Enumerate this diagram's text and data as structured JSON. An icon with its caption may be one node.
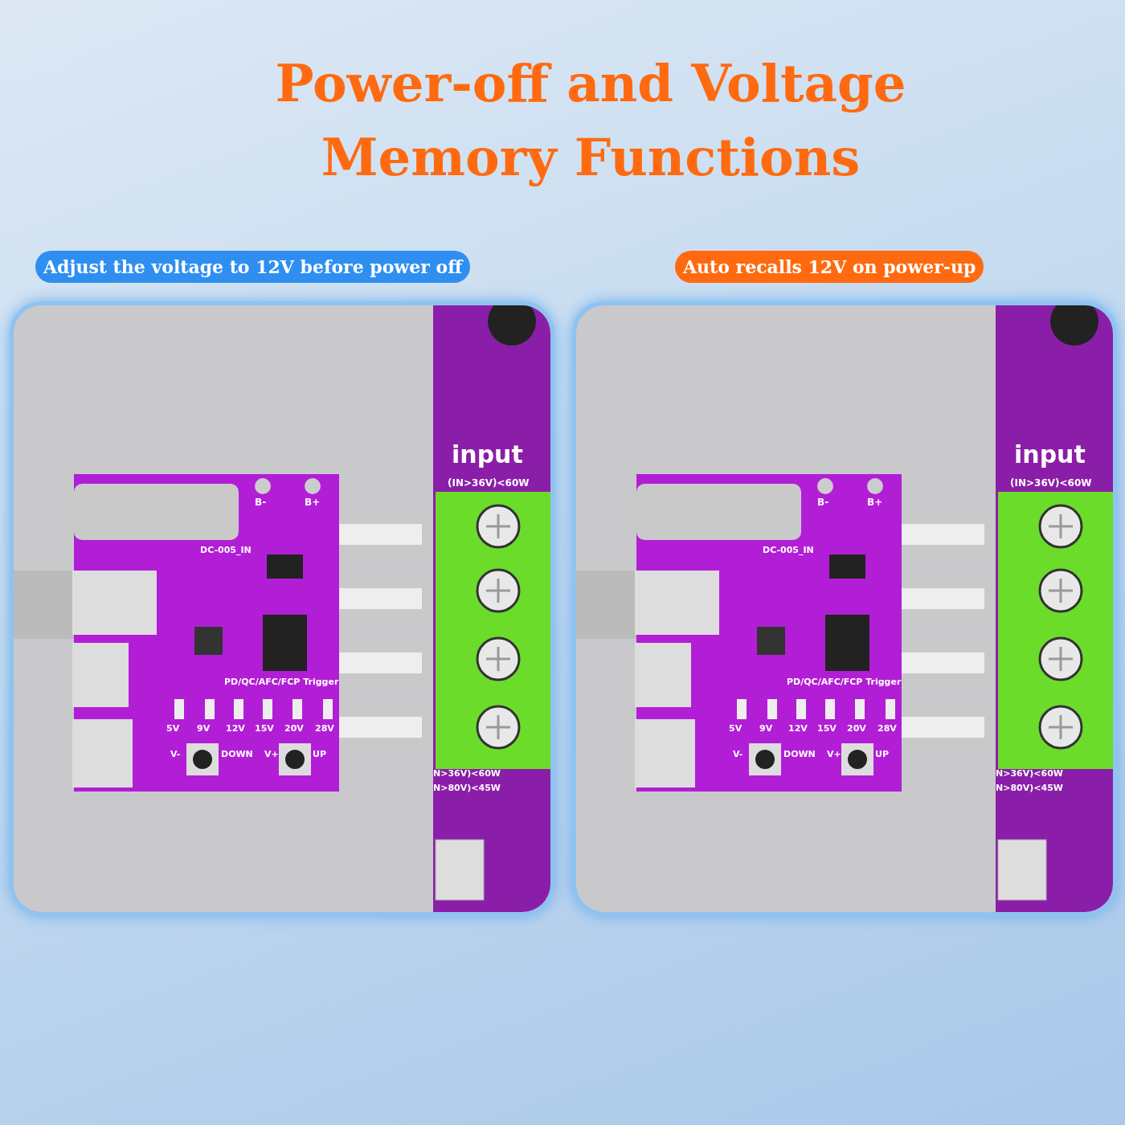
{
  "diagram": {
    "title": "Power-off and Voltage Memory Functions",
    "nodes": [
      {
        "text": [
          "Adjust the voltage to 12V before power off"
        ]
      },
      {
        "text": [
          "Auto recalls 12V on power-up"
        ]
      }
    ],
    "labels": [
      "input",
      "(IN>36V)<60W",
      "B-",
      "B+",
      "DC-005_IN",
      "PD/QC/AFC/FCP Trigger",
      "5V",
      "9V",
      "12V",
      "15V",
      "20V",
      "28V",
      "V-",
      "DOWN",
      "V+",
      "UP",
      "N>36V)<60W",
      "N>80V)<45W",
      "input",
      "(IN>36V)<60W",
      "B-",
      "B+",
      "DC-005_IN",
      "PD/QC/AFC/FCP Trigger",
      "5V",
      "9V",
      "12V",
      "15V",
      "20V",
      "28V",
      "V-",
      "DOWN",
      "V+",
      "UP",
      "N>36V)<60W",
      "N>80V)<45W"
    ]
  }
}
